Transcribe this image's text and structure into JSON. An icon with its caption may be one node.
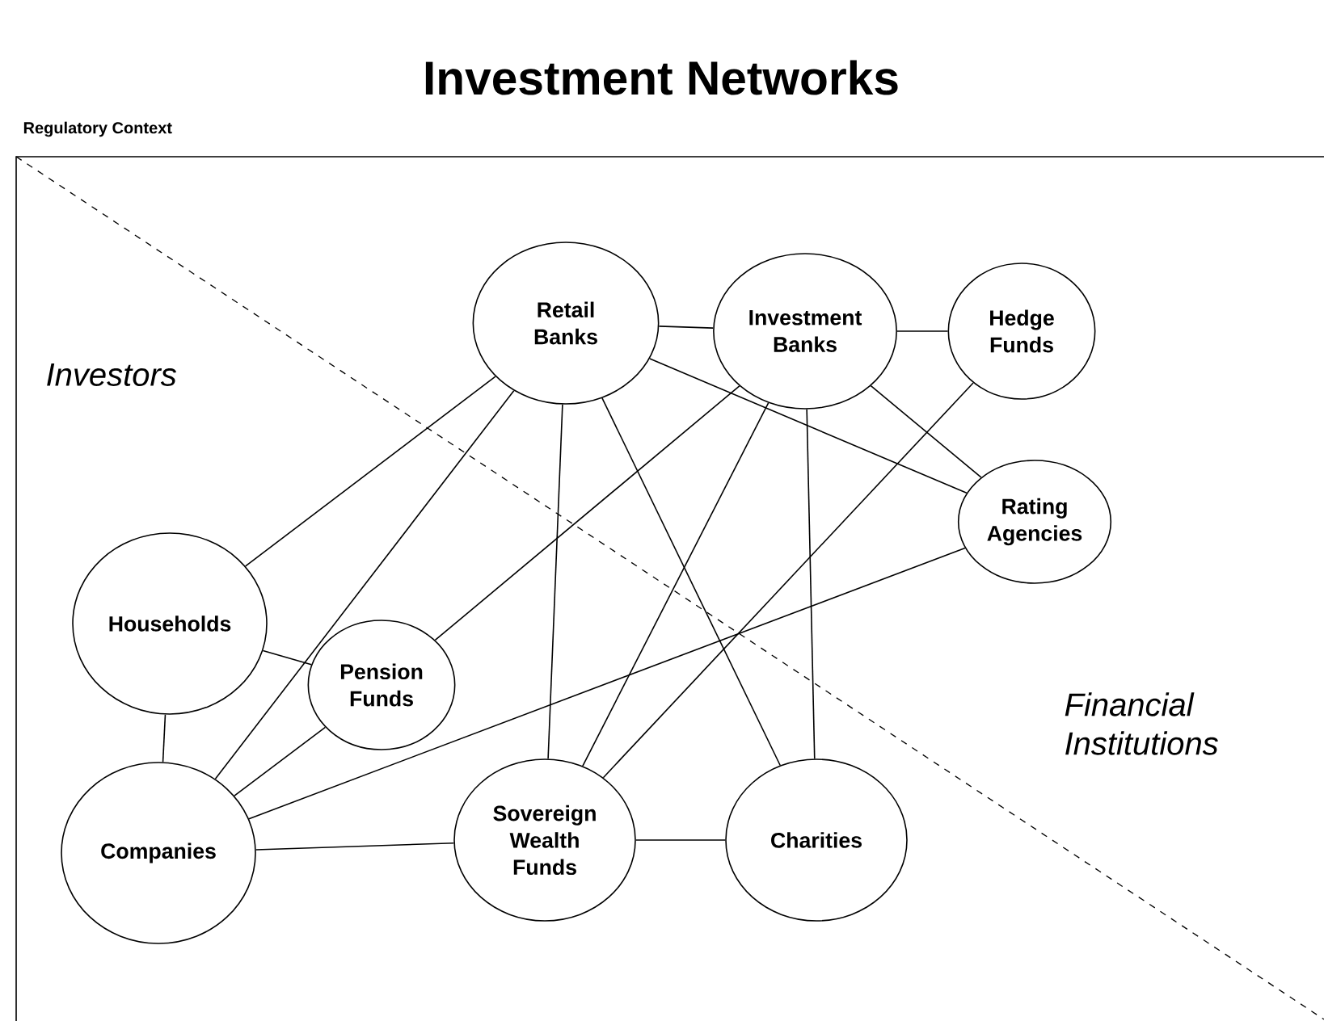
{
  "diagram": {
    "title": "Investment Networks",
    "nodes": [
      {
        "text": [
          "Retail Banks"
        ]
      },
      {
        "text": [
          "Investment Banks"
        ]
      },
      {
        "text": [
          "Hedge Funds"
        ]
      },
      {
        "text": [
          "Rating Agencies"
        ]
      },
      {
        "text": [
          "Households"
        ]
      },
      {
        "text": [
          "Pension Funds"
        ]
      },
      {
        "text": [
          "Companies"
        ]
      },
      {
        "text": [
          "Sovereign Wealth Funds"
        ]
      },
      {
        "text": [
          "Charities"
        ]
      }
    ],
    "edges": [
      {
        "from": 0,
        "to": 1,
        "arrow": "none"
      },
      {
        "from": 1,
        "to": 2,
        "arrow": "none"
      },
      {
        "from": 0,
        "to": 4,
        "arrow": "none"
      },
      {
        "from": 0,
        "to": 6,
        "arrow": "none"
      },
      {
        "from": 0,
        "to": 7,
        "arrow": "none"
      },
      {
        "from": 0,
        "to": 8,
        "arrow": "none"
      },
      {
        "from": 0,
        "to": 3,
        "arrow": "none"
      },
      {
        "from": 1,
        "to": 3,
        "arrow": "none"
      },
      {
        "from": 1,
        "to": 5,
        "arrow": "none"
      },
      {
        "from": 1,
        "to": 7,
        "arrow": "none"
      },
      {
        "from": 1,
        "to": 8,
        "arrow": "none"
      },
      {
        "from": 2,
        "to": 7,
        "arrow": "none"
      },
      {
        "from": 3,
        "to": 6,
        "arrow": "none"
      },
      {
        "from": 4,
        "to": 5,
        "arrow": "none"
      },
      {
        "from": 4,
        "to": 6,
        "arrow": "none"
      },
      {
        "from": 5,
        "to": 6,
        "arrow": "none"
      },
      {
        "from": 6,
        "to": 7,
        "arrow": "none"
      },
      {
        "from": 7,
        "to": 8,
        "arrow": "none"
      }
    ],
    "labels": [
      "Regulatory Context",
      "Investors",
      "Financial Institutions"
    ]
  }
}
